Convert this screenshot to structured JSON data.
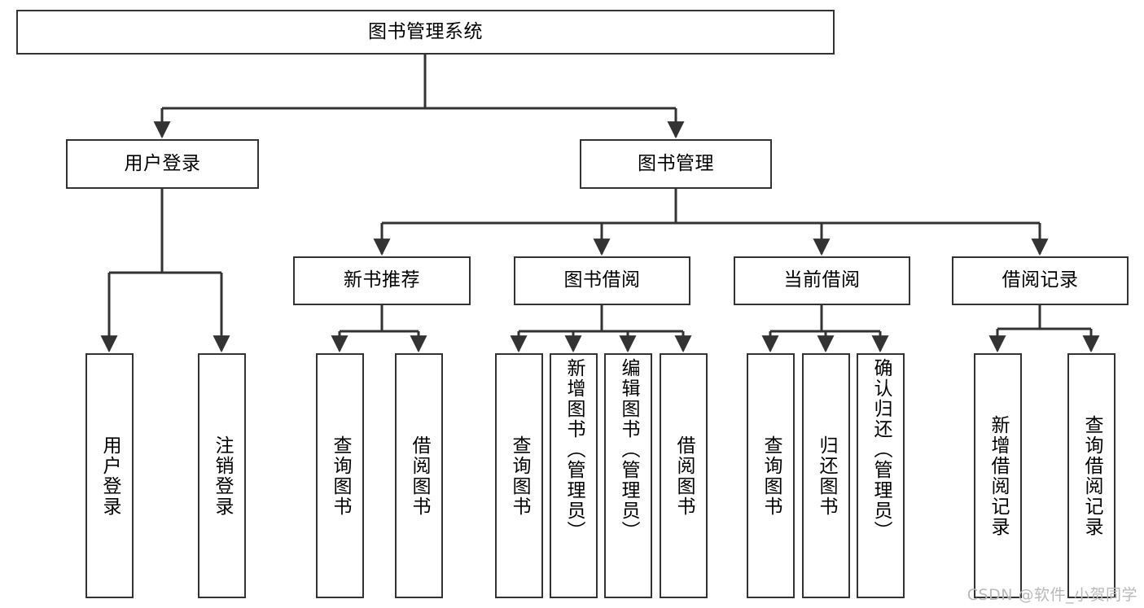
{
  "diagram": {
    "title": "图书管理系统",
    "type": "tree-hierarchy",
    "root": {
      "label": "图书管理系统"
    },
    "level2": [
      {
        "label": "用户登录"
      },
      {
        "label": "图书管理"
      }
    ],
    "level3": [
      {
        "label": "新书推荐"
      },
      {
        "label": "图书借阅"
      },
      {
        "label": "当前借阅"
      },
      {
        "label": "借阅记录"
      }
    ],
    "leaves": {
      "user_login": [
        {
          "label": "用户登录"
        },
        {
          "label": "注销登录"
        }
      ],
      "new_book_recommend": [
        {
          "label": "查询图书"
        },
        {
          "label": "借阅图书"
        }
      ],
      "book_borrow": [
        {
          "label": "查询图书"
        },
        {
          "label": "新增图书（管理员）"
        },
        {
          "label": "编辑图书（管理员）"
        },
        {
          "label": "借阅图书"
        }
      ],
      "current_borrow": [
        {
          "label": "查询图书"
        },
        {
          "label": "归还图书"
        },
        {
          "label": "确认归还（管理员）"
        }
      ],
      "borrow_record": [
        {
          "label": "新增借阅记录"
        },
        {
          "label": "查询借阅记录"
        }
      ]
    }
  },
  "watermark": {
    "text": "CSDN @软件_小贺同学"
  },
  "colors": {
    "stroke": "#333333",
    "box_fill": "#ffffff",
    "text": "#000000",
    "watermark": "#b9b9b9",
    "background": "#ffffff"
  }
}
